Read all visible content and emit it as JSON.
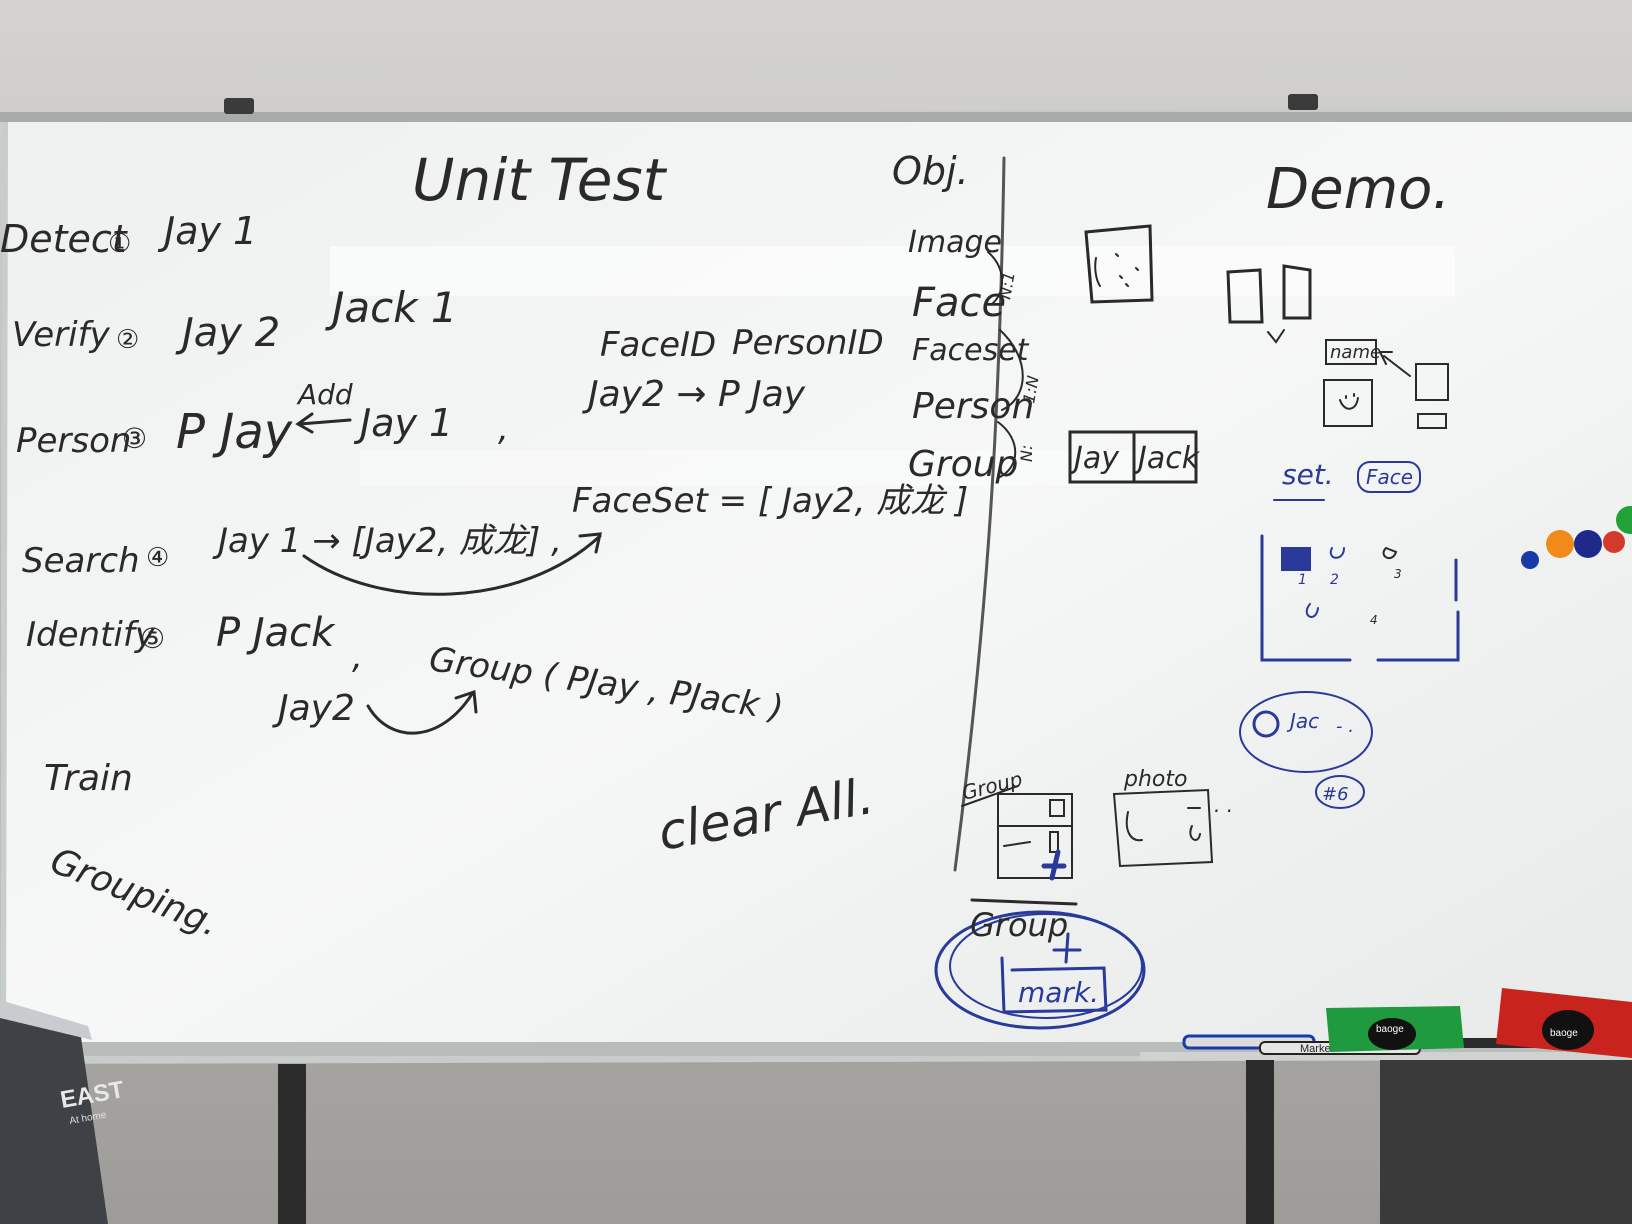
{
  "left": {
    "title": "Unit Test",
    "rows": [
      {
        "label": "Detect",
        "num": "①",
        "text": "Jay 1"
      },
      {
        "label": "Verify",
        "num": "②",
        "text": "Jay 2"
      },
      {
        "label": "Person",
        "num": "③",
        "text": "P Jay"
      },
      {
        "label": "Search",
        "num": "④",
        "text": "Jay 1 → [Jay2, 成龙] ,"
      },
      {
        "label": "Identify",
        "num": "⑤",
        "text": "P Jack"
      }
    ],
    "jack1": "Jack 1",
    "add_label": "Add",
    "add_jay1": "Jay 1",
    "faceid": "FaceID",
    "personid": "PersonID",
    "jay2_pjay": "Jay2 → P Jay",
    "faceset": "FaceSet = [ Jay2, 成龙 ]",
    "group": "Group ( PJay , PJack )",
    "jay2_bottom": "Jay2",
    "train": "Train",
    "grouping": "Grouping.",
    "clear_all": "clear All."
  },
  "middle": {
    "header": "Obj.",
    "items": [
      "Image",
      "Face",
      "Faceset",
      "Person",
      "Group"
    ],
    "rel1": "N:1",
    "rel2": "1:N",
    "rel3": "N:"
  },
  "right": {
    "title": "Demo.",
    "boxes": [
      "Jay",
      "Jack"
    ],
    "name_label": "name",
    "set_label": "set.",
    "face_label": "Face",
    "grid_nums": [
      "1",
      "2",
      "3",
      "4"
    ],
    "jac_label": "Jac",
    "small_circle_label": "#6",
    "group_sketch": "Group",
    "photo_sketch": "photo",
    "group_big": "Group",
    "mark_label": "mark."
  },
  "tray": {
    "marker_label": "Marker",
    "eraser_brand_1": "baoge",
    "eraser_brand_2": "baoge"
  },
  "bag": {
    "text_1": "EAST",
    "text_2": "At home"
  },
  "colors": {
    "board": "#f2f4f3",
    "ink": "#2a2a2a",
    "blue": "#2a3a9a",
    "wall": "#b9b7b2"
  },
  "magnets": [
    "orange",
    "navy",
    "red",
    "green",
    "blue"
  ]
}
